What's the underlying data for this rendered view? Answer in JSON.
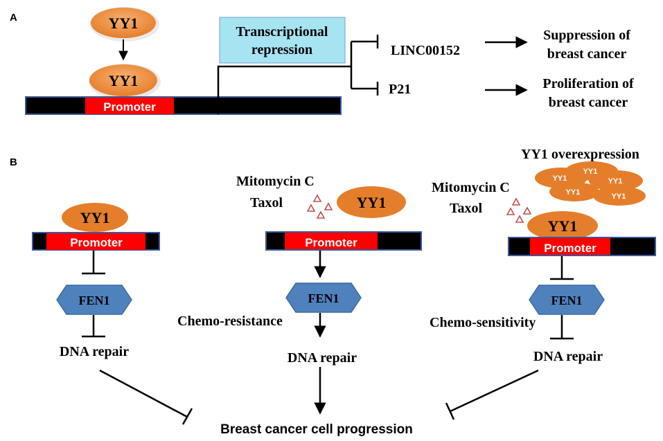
{
  "panel_a": {
    "label": "A",
    "yy1_top": "YY1",
    "yy1_bound": "YY1",
    "promoter": "Promoter",
    "repression_box": [
      "Transcriptional",
      "repression"
    ],
    "target1": "LINC00152",
    "target2": "P21",
    "outcome1": [
      "Suppression of",
      "breast cancer"
    ],
    "outcome2": [
      "Proliferation of",
      "breast cancer"
    ]
  },
  "panel_b": {
    "label": "B",
    "left": {
      "yy1": "YY1",
      "promoter": "Promoter",
      "fen1": "FEN1",
      "dna_repair": "DNA repair"
    },
    "middle": {
      "drugs": [
        "Mitomycin C",
        "Taxol"
      ],
      "yy1": "YY1",
      "promoter": "Promoter",
      "fen1": "FEN1",
      "note": "Chemo-resistance",
      "dna_repair": "DNA repair"
    },
    "right": {
      "overexpression": "YY1 overexpression",
      "cluster": [
        "YY1",
        "YY1",
        "YY1",
        "YY1",
        "YY1"
      ],
      "drugs": [
        "Mitomycin C",
        "Taxol"
      ],
      "yy1": "YY1",
      "promoter": "Promoter",
      "fen1": "FEN1",
      "note": "Chemo-sensitivity",
      "dna_repair": "DNA repair"
    },
    "outcome": "Breast cancer cell progression"
  },
  "colors": {
    "yy1_fill": "#e57e2b",
    "yy1_light": "#f3a15a",
    "promoter_red": "#ff0000",
    "bar_black": "#000000",
    "bar_border": "#3a5a9a",
    "fen1_fill": "#4f81bd",
    "repression_box": "#a6e4f2",
    "drug_triangle": "#c0504d"
  }
}
